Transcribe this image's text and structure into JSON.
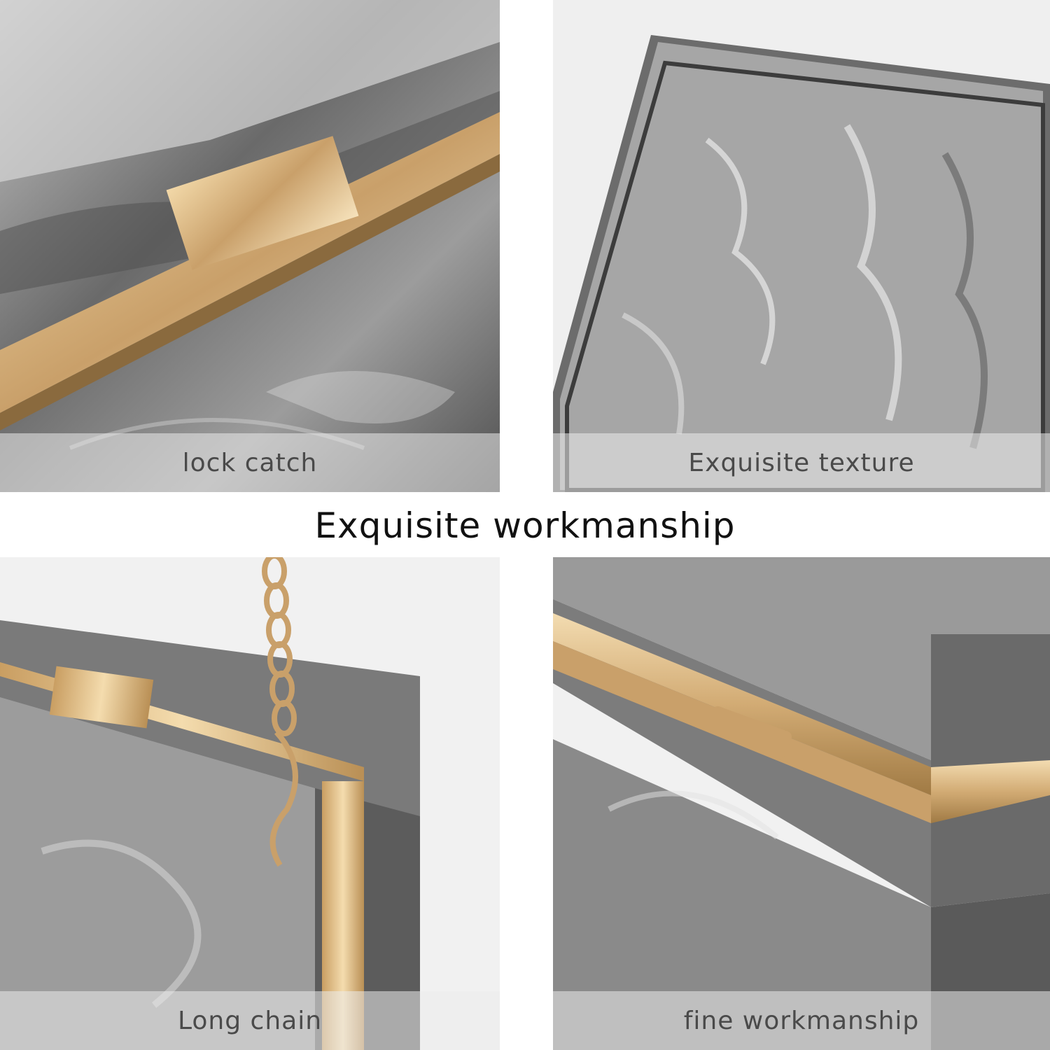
{
  "headline": "Exquisite workmanship",
  "panels": {
    "lock": {
      "caption": "lock catch"
    },
    "texture": {
      "caption": "Exquisite texture"
    },
    "chain": {
      "caption": "Long chain"
    },
    "fine": {
      "caption": "fine workmanship"
    }
  },
  "colors": {
    "acrylic": "#7a7a7a",
    "gold": "#d9b27a",
    "caption_text": "#4a4a4a",
    "headline_text": "#111111"
  }
}
